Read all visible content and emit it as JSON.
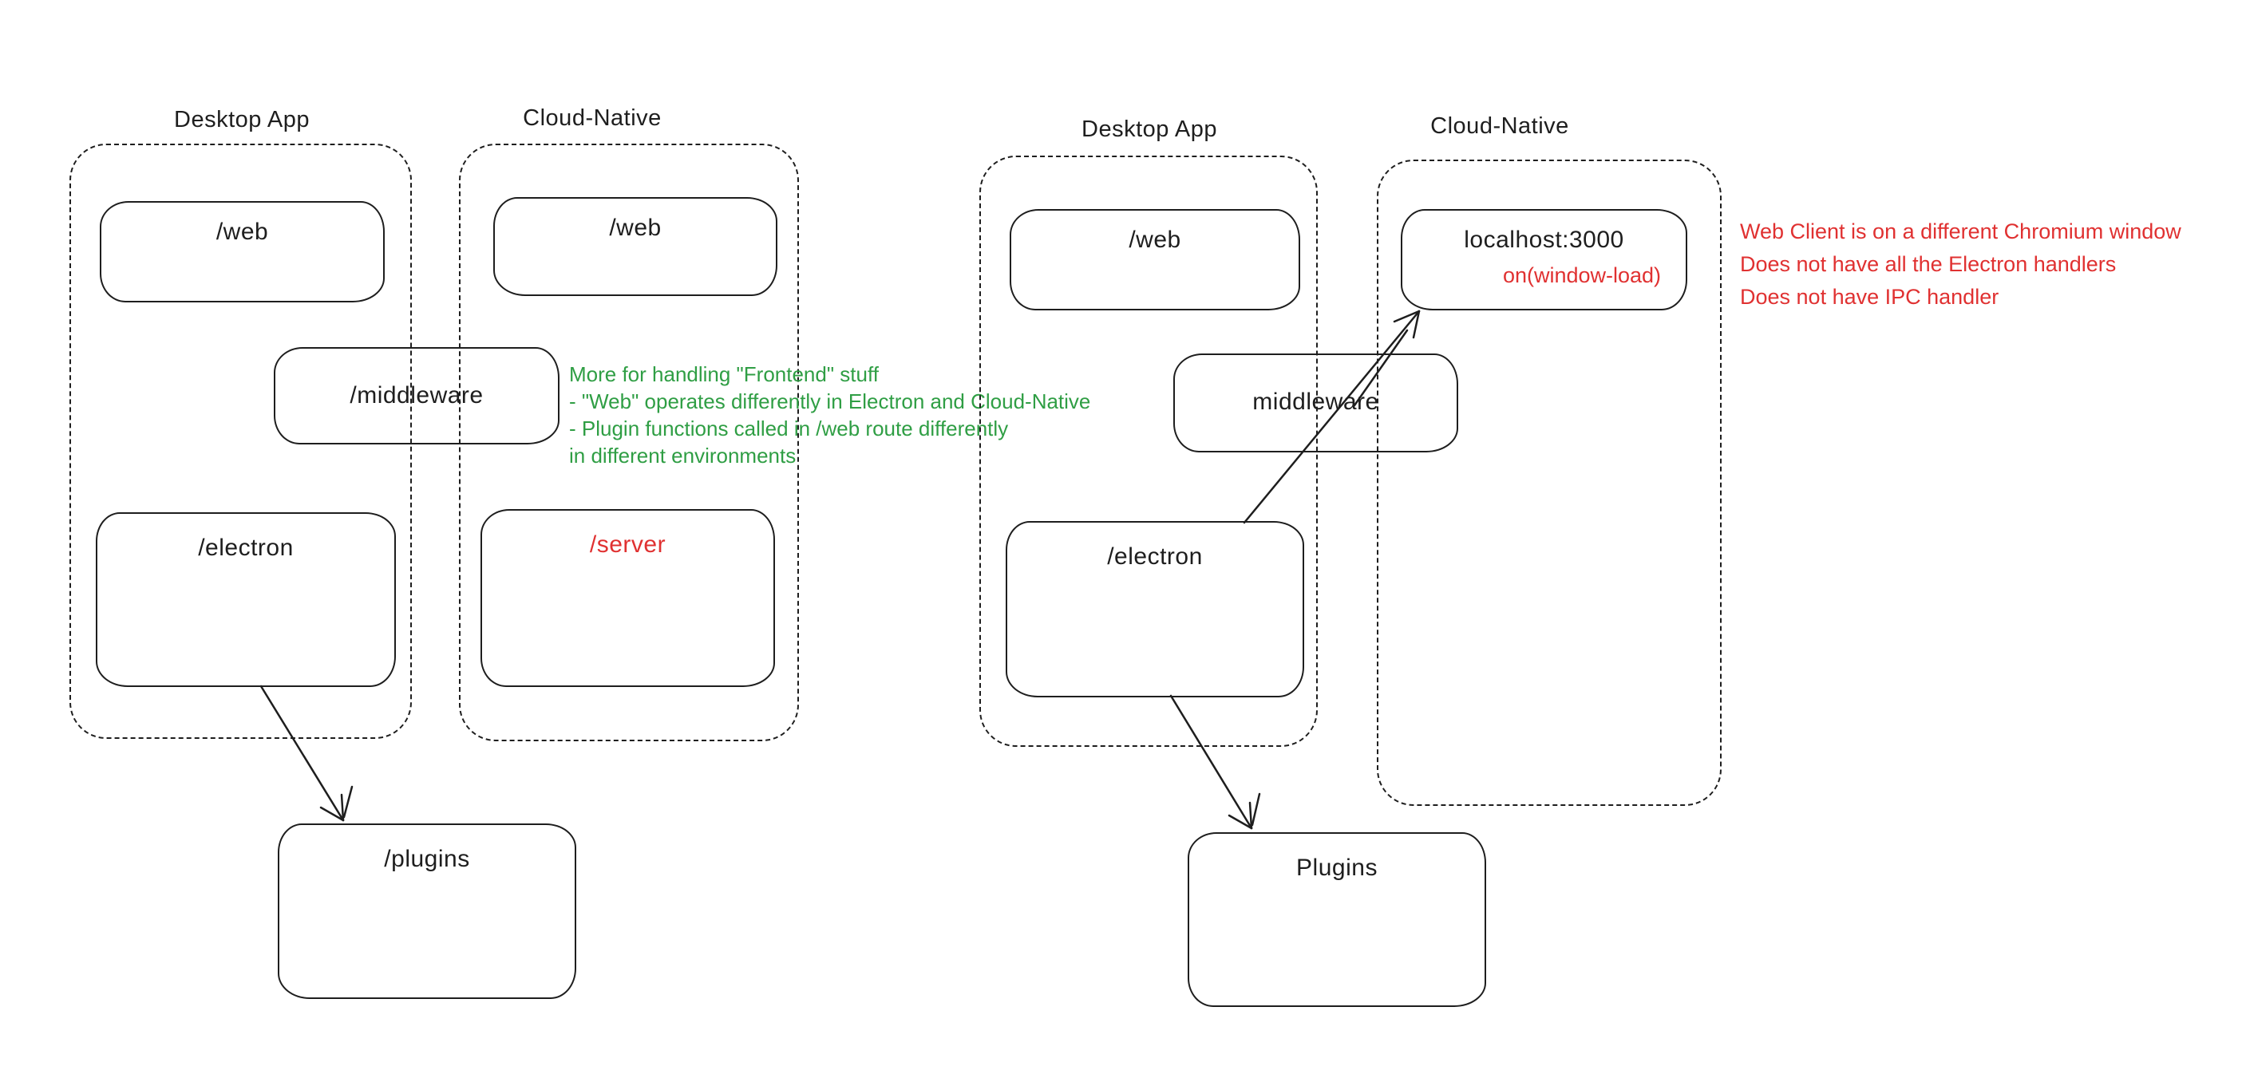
{
  "colors": {
    "ink": "#1e1e1e",
    "red": "#e03131",
    "green": "#2f9e44",
    "background": "#ffffff"
  },
  "left": {
    "desktop_label": "Desktop App",
    "cloud_label": "Cloud-Native",
    "boxes": {
      "web_desktop": "/web",
      "web_cloud": "/web",
      "middleware": "/middleware",
      "electron": "/electron",
      "server": "/server",
      "plugins": "/plugins"
    }
  },
  "right": {
    "desktop_label": "Desktop App",
    "cloud_label": "Cloud-Native",
    "boxes": {
      "web": "/web",
      "localhost": "localhost:3000",
      "localhost_event": "on(window-load)",
      "middleware": "middleware",
      "electron": "/electron",
      "plugins": "Plugins"
    }
  },
  "notes": {
    "green": [
      "More for handling \"Frontend\" stuff",
      "- \"Web\" operates differently in Electron and Cloud-Native",
      "- Plugin functions called in /web route differently",
      "in different environments"
    ],
    "red": [
      "Web Client is on a different Chromium window",
      "Does not have all the Electron handlers",
      "Does not have IPC handler"
    ]
  }
}
